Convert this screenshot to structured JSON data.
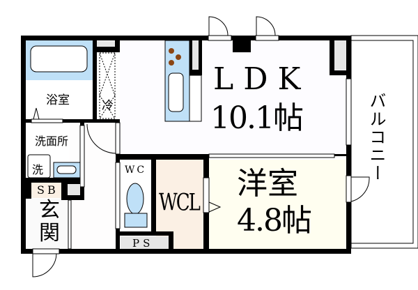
{
  "rooms": {
    "ldk_name": "LDK",
    "ldk_size": "10.1帖",
    "western_name": "洋室",
    "western_size": "4.8帖",
    "bath": "浴室",
    "fridge": "冷",
    "washroom": "洗面所",
    "washer": "洗",
    "shoe_box": "SB",
    "entrance_1": "玄",
    "entrance_2": "関",
    "wc": "WC",
    "wcl": "WCL",
    "ps": "PS",
    "balcony": "バルコニー"
  },
  "colors": {
    "wall": "#000000",
    "fixture_blue": "#bfe0f7",
    "wcl_fill": "#fbf0e4",
    "western_fill": "#fffef0",
    "ldk_fill": "#fdfcff",
    "gray_fill": "#e6e6e6",
    "stove_burner": "#8b4513"
  }
}
